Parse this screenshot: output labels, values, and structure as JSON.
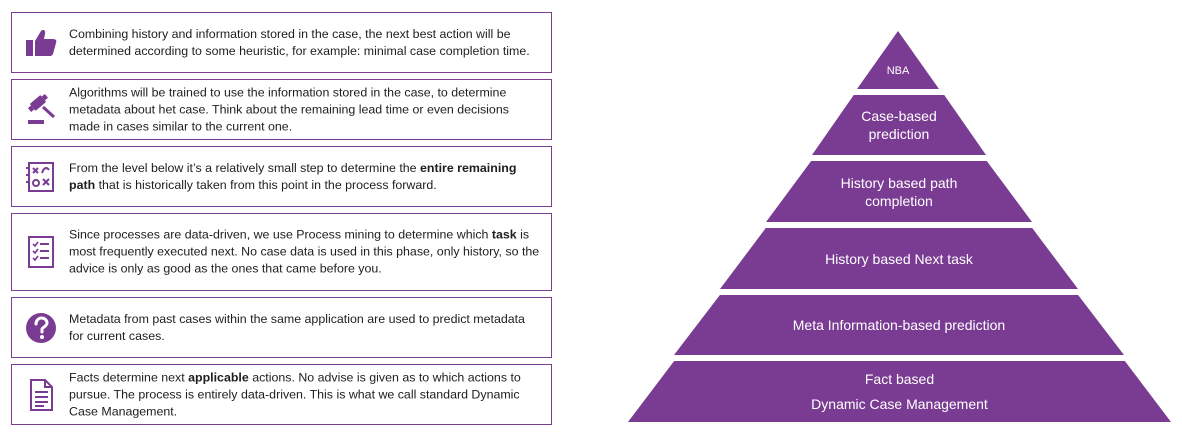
{
  "colors": {
    "accent": "#7a3b92",
    "border": "#7a3f8f"
  },
  "cards": [
    {
      "icon": "thumbs-up-icon",
      "parts": [
        "Combining history and information stored in the case, the next best action will be determined according to some heuristic, for example: minimal case completion time."
      ]
    },
    {
      "icon": "gavel-icon",
      "parts": [
        "Algorithms will be trained to use the information stored in the case,  to determine metadata about het case. Think about the remaining lead time or even decisions made in cases similar to the current one."
      ]
    },
    {
      "icon": "strategy-board-icon",
      "parts": [
        "From the level below it’s a relatively small step to determine the ",
        "entire remaining path",
        " that is historically taken from this point in the process forward."
      ]
    },
    {
      "icon": "checklist-icon",
      "parts": [
        "Since processes are data-driven, we use Process mining to determine which ",
        "task",
        " is most frequently executed next. No case data is used in this phase, only history, so the advice is only as good as the ones that came before you."
      ]
    },
    {
      "icon": "question-mark-icon",
      "parts": [
        "Metadata from past cases within the same application are used to predict metadata for current cases."
      ]
    },
    {
      "icon": "document-icon",
      "parts": [
        "Facts determine next ",
        "applicable",
        " actions. No advise is given as to which actions to pursue. The process is entirely data-driven. This is what we call standard Dynamic Case Management."
      ]
    }
  ],
  "pyramid": {
    "levels": [
      {
        "lines": [
          "NBA"
        ]
      },
      {
        "lines": [
          "Case-based",
          "prediction"
        ]
      },
      {
        "lines": [
          "History based path",
          "completion"
        ]
      },
      {
        "lines": [
          "History based Next task"
        ]
      },
      {
        "lines": [
          "Meta Information-based prediction"
        ]
      },
      {
        "lines": [
          "Fact based",
          "Dynamic Case Management"
        ]
      }
    ]
  }
}
